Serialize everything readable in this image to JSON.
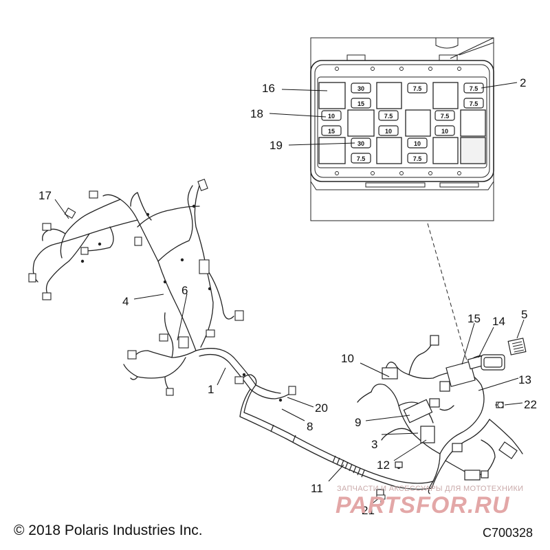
{
  "copyright": "© 2018 Polaris Industries Inc.",
  "drawing_id": "C700328",
  "watermark": {
    "tagline": "ЗАПЧАСТИ И АКСЕССУАРЫ ДЛЯ МОТОТЕХНИКИ",
    "logo": "PARTSFOR.RU"
  },
  "callouts": [
    "1",
    "2",
    "3",
    "4",
    "5",
    "6",
    "8",
    "9",
    "10",
    "11",
    "12",
    "13",
    "14",
    "15",
    "16",
    "17",
    "18",
    "19",
    "20",
    "21",
    "22"
  ],
  "fuses": {
    "f30a": "30",
    "f15a": "15",
    "f75a": "7.5",
    "f75b": "7.5",
    "f75c": "7.5",
    "f10a": "10",
    "f15b": "15",
    "f75d": "7.5",
    "f10b": "10",
    "f75e": "7.5",
    "f10c": "10",
    "f30b": "30",
    "f75f": "7.5",
    "f10d": "10",
    "f75g": "7.5"
  },
  "colors": {
    "line": "#222222",
    "background": "#ffffff",
    "watermark": "#e3a7a7"
  }
}
